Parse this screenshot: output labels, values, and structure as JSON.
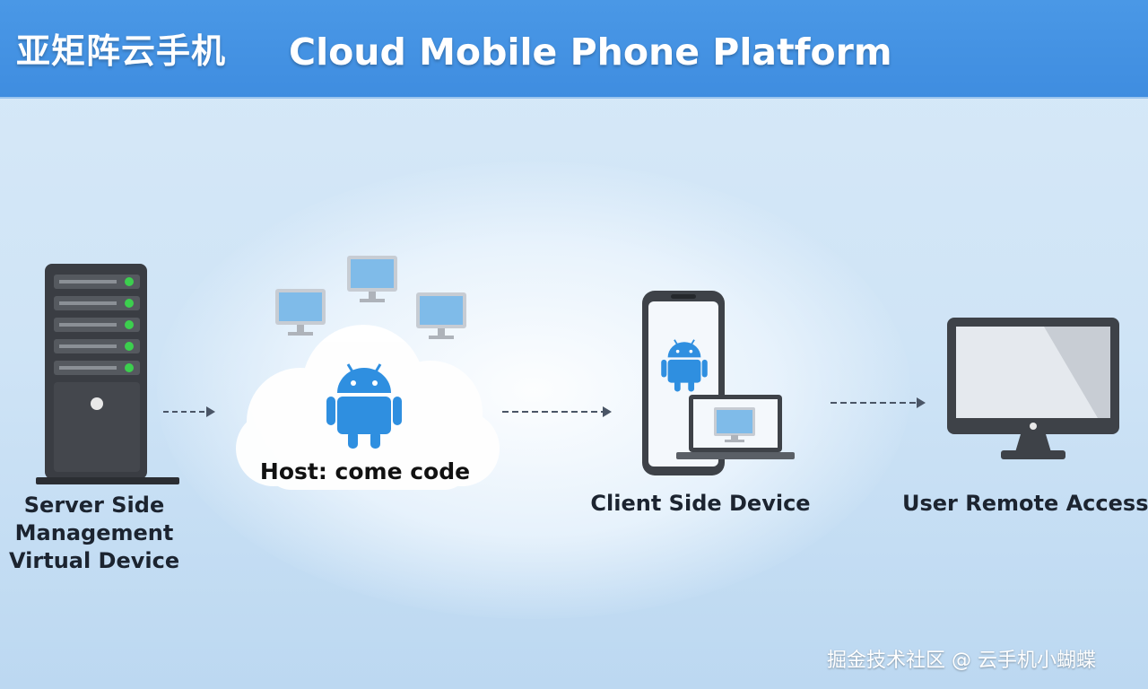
{
  "header": {
    "brand": "亚矩阵云手机",
    "title": "Cloud Mobile Phone Platform"
  },
  "nodes": {
    "server": {
      "label_lines": [
        "Server Side",
        "Management",
        "Virtual Device"
      ]
    },
    "cloud": {
      "label": "Host: come code"
    },
    "client": {
      "label": "Client Side Device"
    },
    "remote": {
      "label": "User Remote Access"
    }
  },
  "watermark": "掘金技术社区 @ 云手机小蝴蝶",
  "colors": {
    "header_blue": "#4a98e6",
    "android_blue": "#2f8fe0",
    "server_dark": "#3a3d43",
    "led_green": "#3ccf4e",
    "arrow": "#4a5566"
  }
}
